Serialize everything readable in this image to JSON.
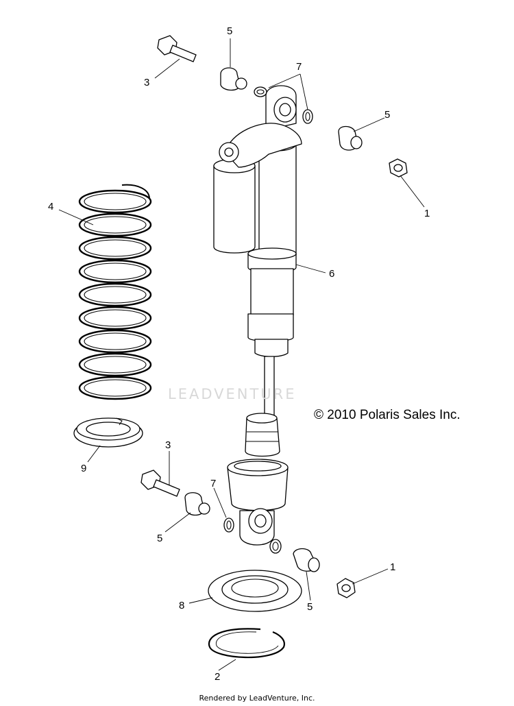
{
  "diagram": {
    "callouts": {
      "c1_top": "1",
      "c1_bottom": "1",
      "c2": "2",
      "c3_top": "3",
      "c3_bottom": "3",
      "c4": "4",
      "c5_top": "5",
      "c5_right": "5",
      "c5_left": "5",
      "c5_bottom": "5",
      "c6": "6",
      "c7_top": "7",
      "c7_bottom": "7",
      "c8": "8",
      "c9": "9"
    },
    "copyright": "© 2010 Polaris Sales Inc.",
    "watermark": "LEADVENTURE",
    "footer": "Rendered by LeadVenture, Inc."
  }
}
